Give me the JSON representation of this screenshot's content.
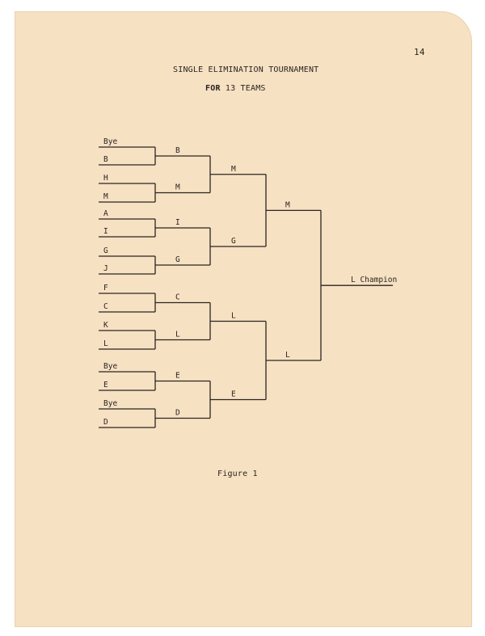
{
  "page_number": "14",
  "title": "SINGLE ELIMINATION TOURNAMENT",
  "subtitle_bold": "FOR",
  "subtitle_rest": " 13 TEAMS",
  "caption": "Figure 1",
  "bracket": {
    "round1": [
      "Bye",
      "B",
      "H",
      "M",
      "A",
      "I",
      "G",
      "J",
      "F",
      "C",
      "K",
      "L",
      "Bye",
      "E",
      "Bye",
      "D"
    ],
    "round2": [
      "B",
      "M",
      "I",
      "G",
      "C",
      "L",
      "E",
      "D"
    ],
    "round3": [
      "M",
      "G",
      "L",
      "E"
    ],
    "semifinal": [
      "M",
      "L"
    ],
    "champion": "L Champion"
  }
}
